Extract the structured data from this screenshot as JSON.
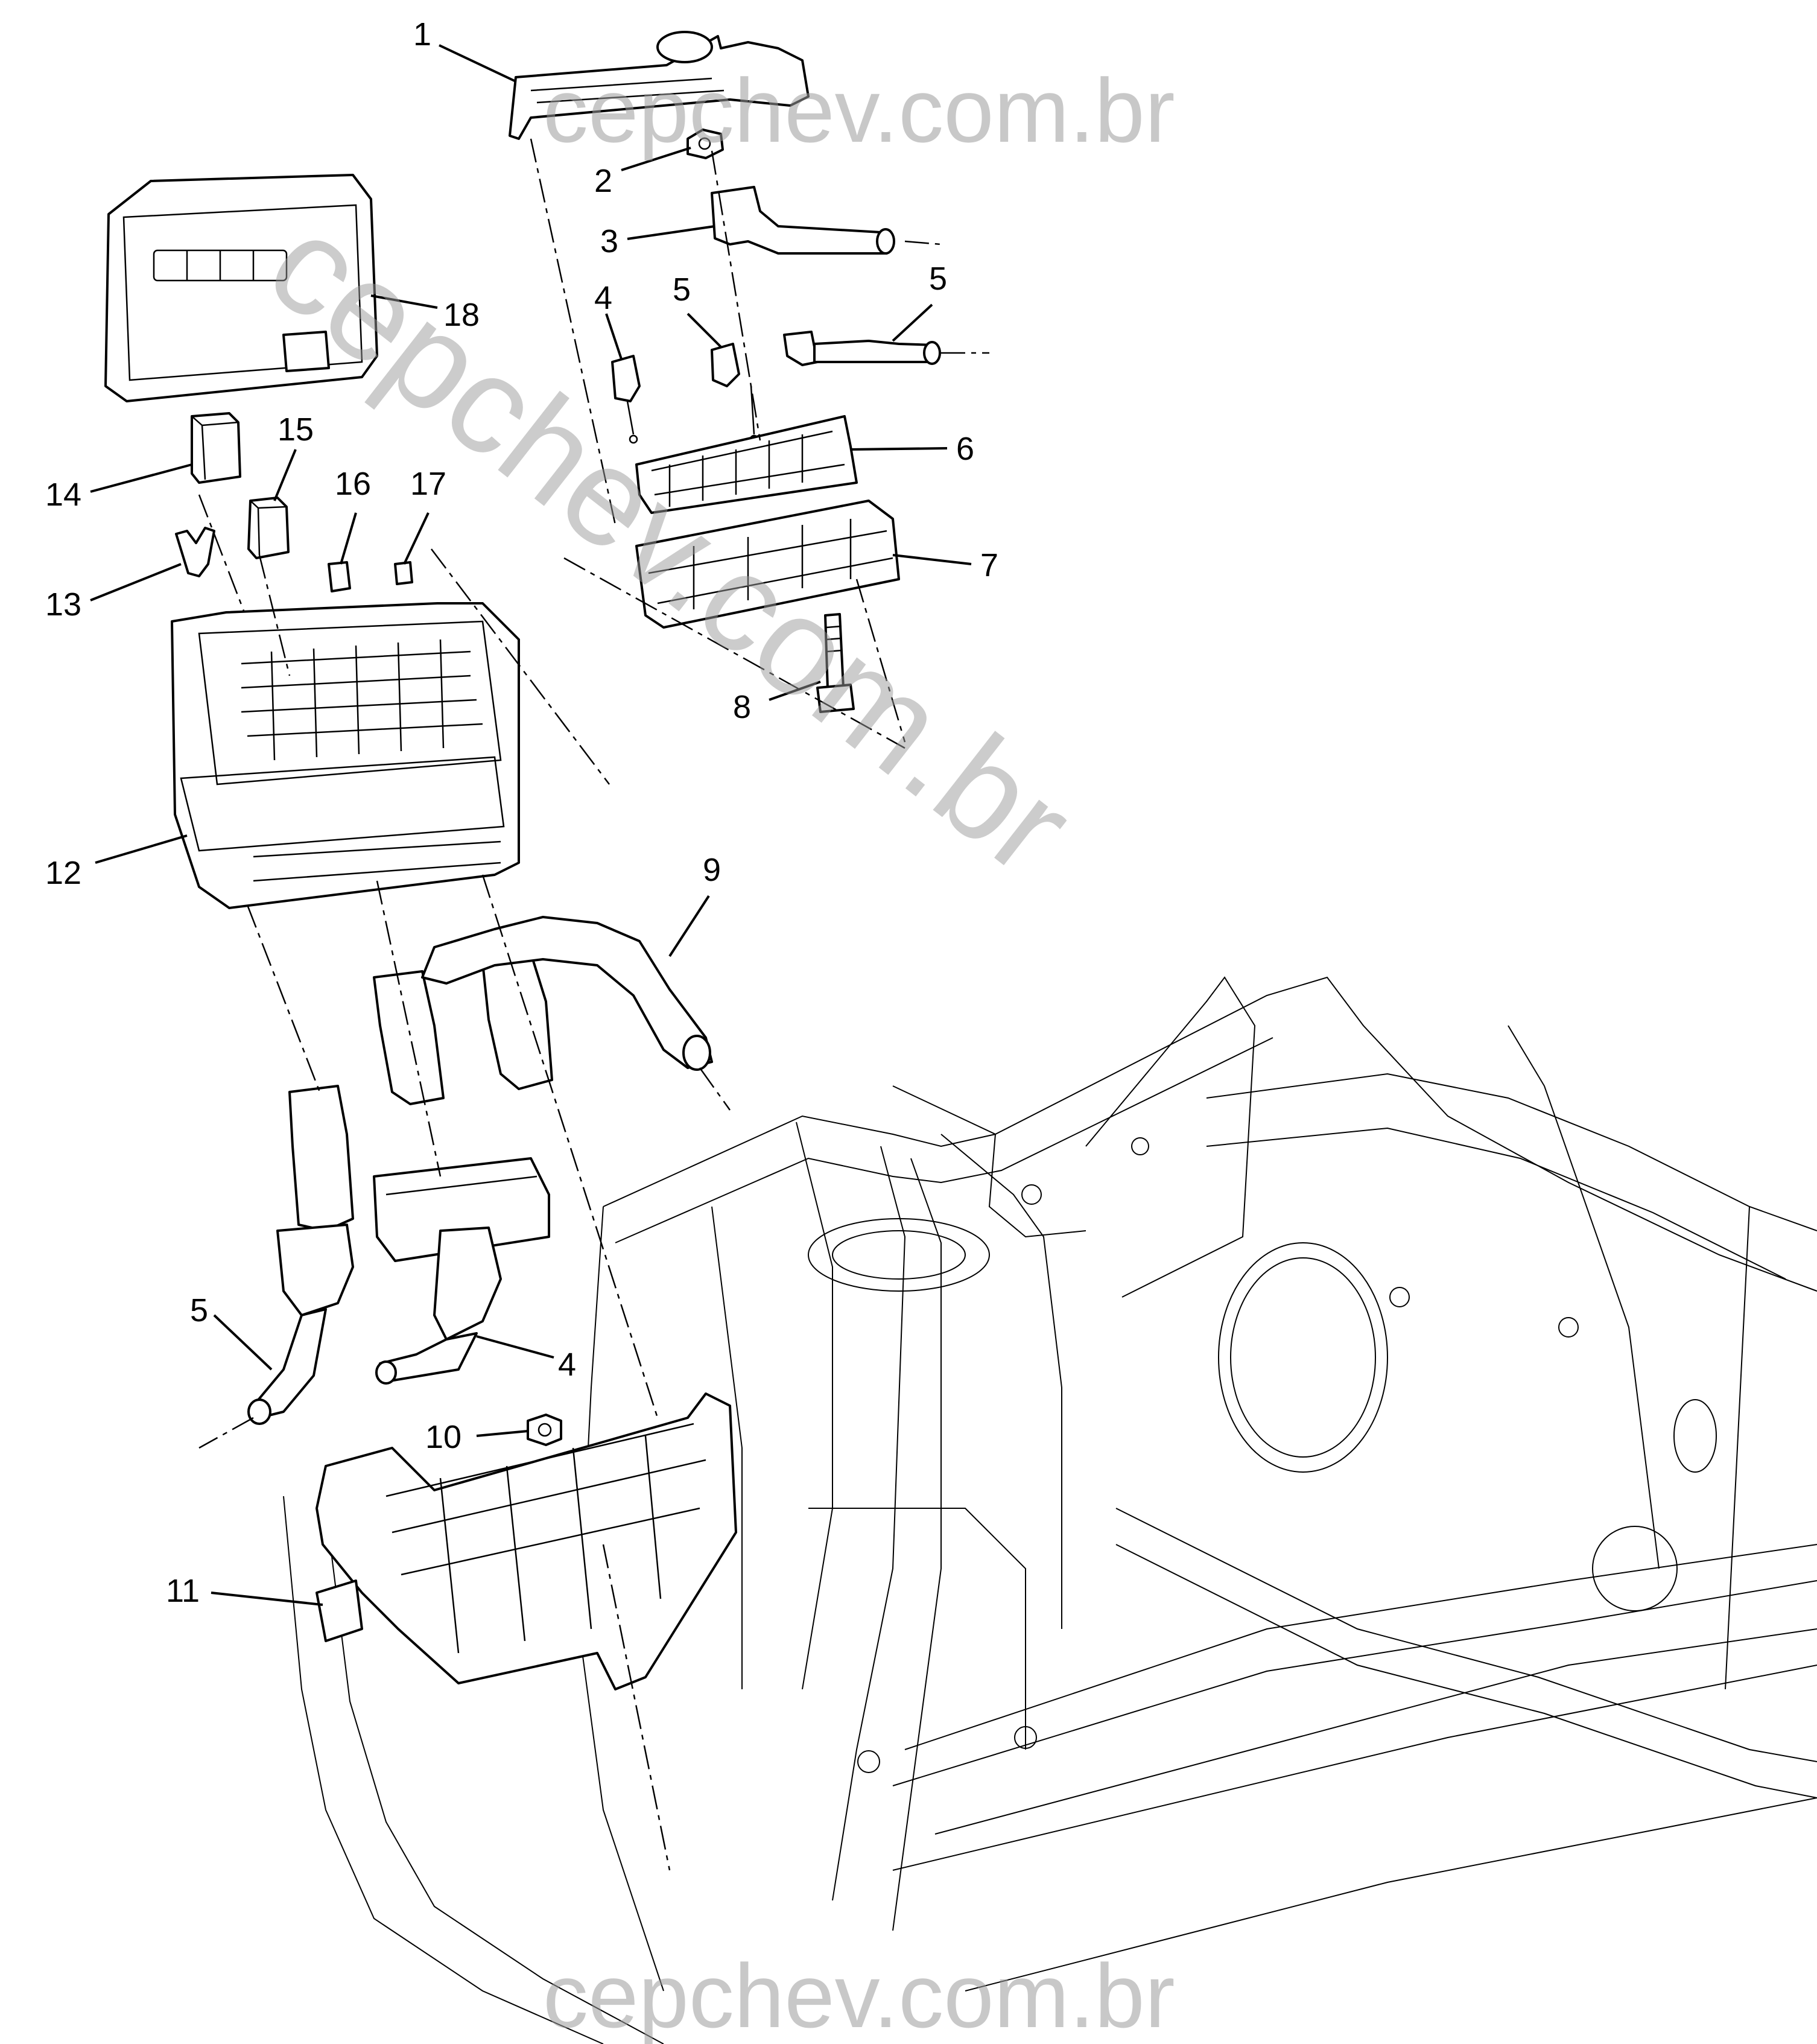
{
  "watermark": {
    "top": "cepchev.com.br",
    "diagonal": "cepchev.com.br",
    "bottom": "cepchev.com.br"
  },
  "callouts": [
    "1",
    "2",
    "3",
    "4",
    "5",
    "5",
    "6",
    "7",
    "8",
    "9",
    "10",
    "11",
    "12",
    "13",
    "14",
    "15",
    "16",
    "17",
    "18",
    "5",
    "4"
  ],
  "colors": {
    "line": "#000000",
    "watermark": "#9a9a9a",
    "background": "#ffffff"
  }
}
